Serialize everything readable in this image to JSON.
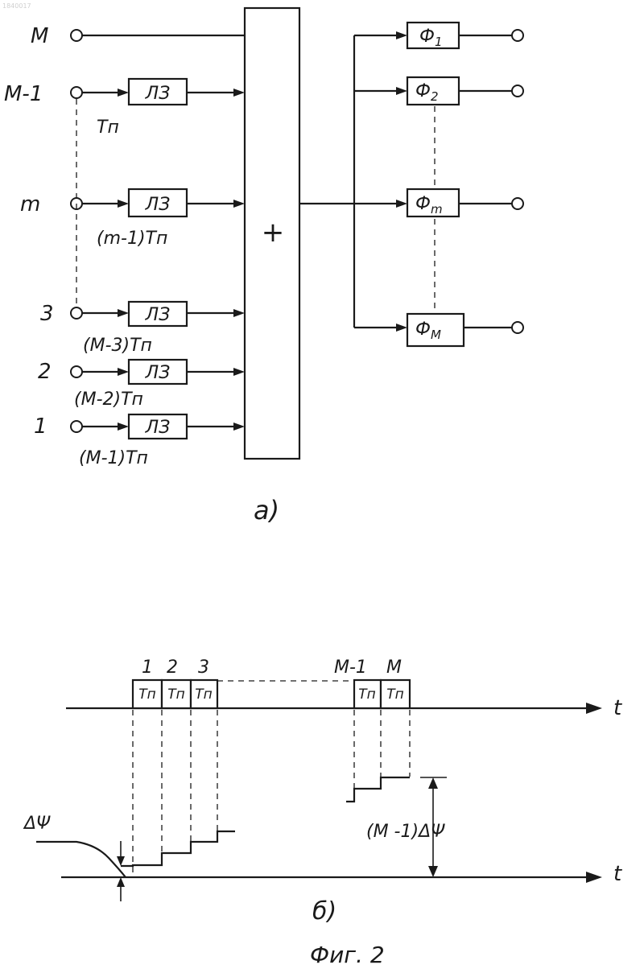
{
  "watermark": "1840017",
  "part_a": {
    "inputs": [
      {
        "label": "М",
        "delay": ""
      },
      {
        "label": "М-1",
        "delay": "Тп"
      },
      {
        "label": "m",
        "delay": "(m-1)Тп"
      },
      {
        "label": "3",
        "delay": "(М-3)Тп"
      },
      {
        "label": "2",
        "delay": "(М-2)Тп"
      },
      {
        "label": "1",
        "delay": "(М-1)Тп"
      }
    ],
    "delay_box_label": "ЛЗ",
    "adder_symbol": "+",
    "filters": [
      {
        "name": "Ф",
        "sub": "1"
      },
      {
        "name": "Ф",
        "sub": "2"
      },
      {
        "name": "Ф",
        "sub": "m"
      },
      {
        "name": "Ф",
        "sub": "М"
      }
    ],
    "caption": "а)"
  },
  "part_b": {
    "slot_numbers": [
      "1",
      "2",
      "3",
      "М-1",
      "М"
    ],
    "slot_label": "Тп",
    "axis_label": "t",
    "phase_step_label": "ΔΨ",
    "phase_total_label": "(М -1)ΔΨ",
    "caption": "б)"
  },
  "figure_caption": "Фиг. 2"
}
